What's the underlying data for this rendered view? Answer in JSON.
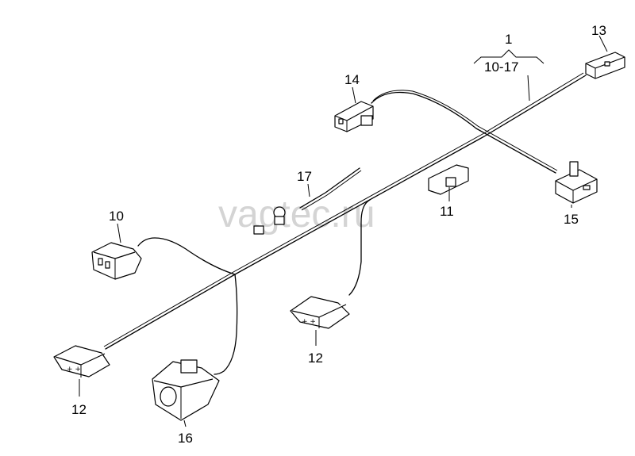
{
  "watermark": "vagtec.ru",
  "callouts": {
    "group_number": "1",
    "group_range": "10-17",
    "c10": "10",
    "c11": "11",
    "c12_left": "12",
    "c12_center": "12",
    "c13": "13",
    "c14": "14",
    "c15": "15",
    "c16": "16",
    "c17": "17"
  }
}
